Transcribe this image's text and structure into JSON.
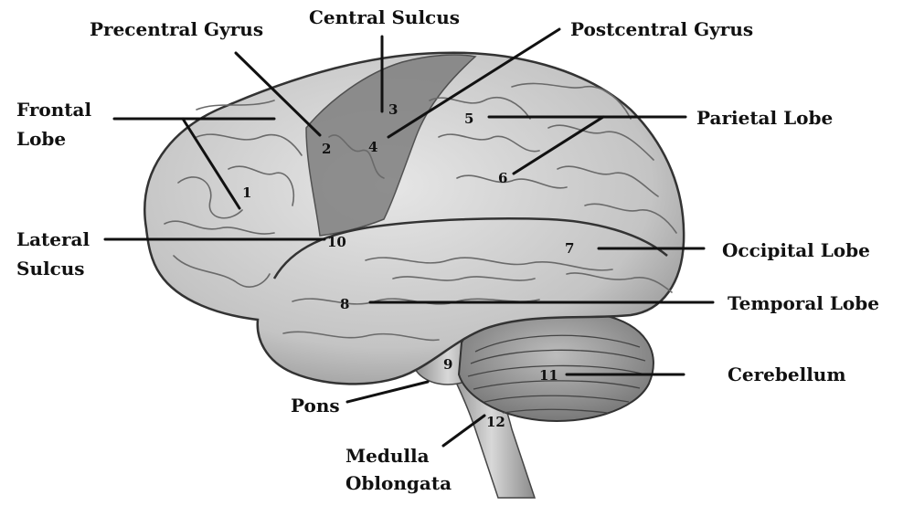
{
  "labels": {
    "precentral_gyrus": "Precentral Gyrus",
    "central_sulcus": "Central Sulcus",
    "postcentral_gyrus": "Postcentral Gyrus",
    "frontal_lobe_1": "Frontal",
    "frontal_lobe_2": "Lobe",
    "parietal_lobe": "Parietal Lobe",
    "lateral_sulcus_1": "Lateral",
    "lateral_sulcus_2": "Sulcus",
    "occipital_lobe": "Occipital Lobe",
    "temporal_lobe": "Temporal Lobe",
    "cerebellum": "Cerebellum",
    "pons": "Pons",
    "medulla_1": "Medulla",
    "medulla_2": "Oblongata"
  },
  "numbers": {
    "n1": "1",
    "n2": "2",
    "n3": "3",
    "n4": "4",
    "n5": "5",
    "n6": "6",
    "n7": "7",
    "n8": "8",
    "n9": "9",
    "n10": "10",
    "n11": "11",
    "n12": "12"
  },
  "colors": {
    "brain_fill": "#cfcfcf",
    "motor_strip": "#7a7a7a",
    "cerebellum_fill": "#a9a9a9",
    "line": "#111111"
  }
}
